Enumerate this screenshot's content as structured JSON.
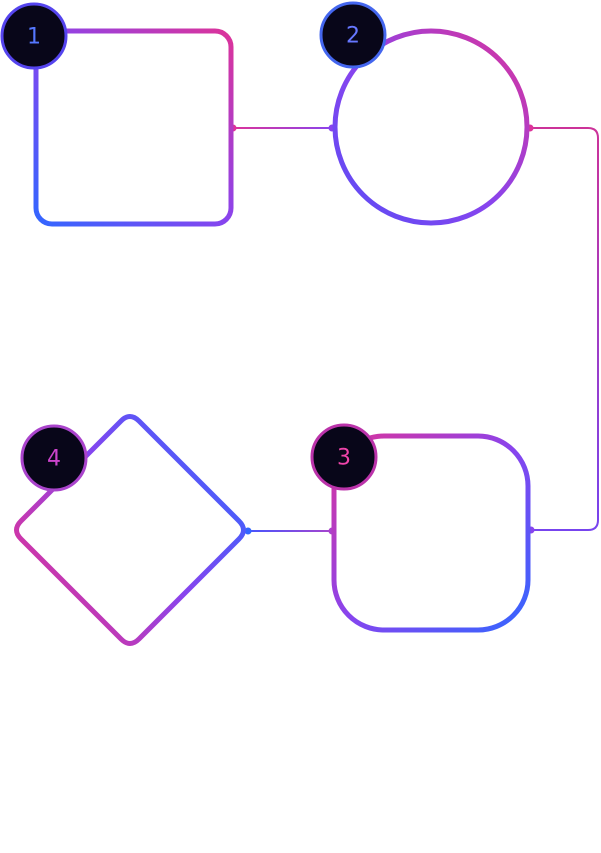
{
  "colors": {
    "blue": "#3366ff",
    "purple": "#8844ee",
    "pink": "#dd3399",
    "badge_fill": "#080619",
    "background": "#ffffff"
  },
  "nodes": [
    {
      "id": "node-1",
      "shape": "rounded-square",
      "badge": "1"
    },
    {
      "id": "node-2",
      "shape": "circle",
      "badge": "2"
    },
    {
      "id": "node-3",
      "shape": "rounded-square",
      "badge": "3"
    },
    {
      "id": "node-4",
      "shape": "diamond",
      "badge": "4"
    }
  ],
  "edges": [
    {
      "from": "node-1",
      "to": "node-2"
    },
    {
      "from": "node-2",
      "to": "node-3"
    },
    {
      "from": "node-3",
      "to": "node-4"
    }
  ]
}
